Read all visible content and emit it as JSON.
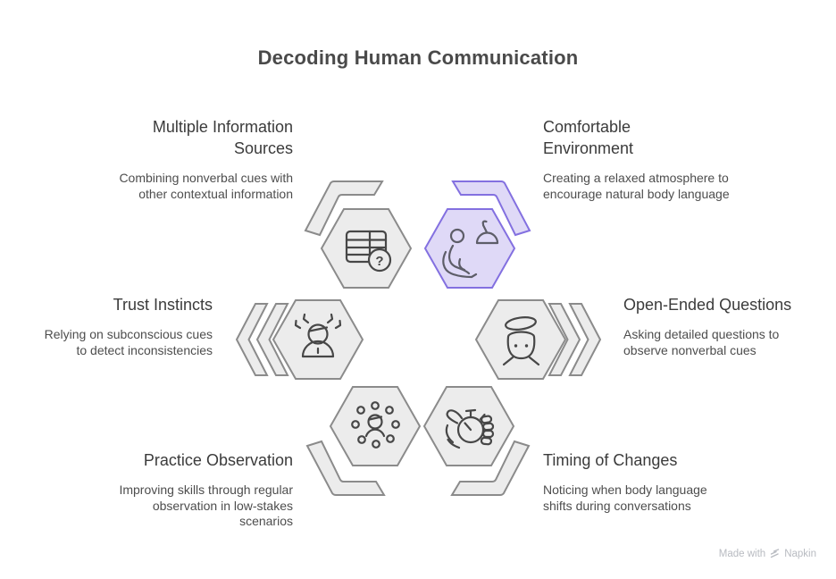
{
  "title": "Decoding Human Communication",
  "items": [
    {
      "id": "multiple-information-sources",
      "heading": "Multiple Information Sources",
      "description": "Combining nonverbal cues with other contextual information",
      "icon": "table-question-icon",
      "accent": false
    },
    {
      "id": "comfortable-environment",
      "heading": "Comfortable Environment",
      "description": "Creating a relaxed atmosphere to encourage natural body language",
      "icon": "lounge-chair-lamp-icon",
      "accent": true
    },
    {
      "id": "trust-instincts",
      "heading": "Trust Instincts",
      "description": "Relying on subconscious cues to detect inconsistencies",
      "icon": "stressed-person-icon",
      "accent": false
    },
    {
      "id": "open-ended-questions",
      "heading": "Open-Ended Questions",
      "description": "Asking detailed questions to observe nonverbal cues",
      "icon": "open-mind-face-icon",
      "accent": false
    },
    {
      "id": "practice-observation",
      "heading": "Practice Observation",
      "description": "Improving skills through regular observation in low-stakes scenarios",
      "icon": "person-in-group-icon",
      "accent": false
    },
    {
      "id": "timing-of-changes",
      "heading": "Timing of Changes",
      "description": "Noticing when body language shifts during conversations",
      "icon": "hand-stopwatch-icon",
      "accent": false
    }
  ],
  "icons": {
    "question_mark": "?"
  },
  "colors": {
    "accent_stroke": "#8370e0",
    "accent_fill": "#dfd9f7",
    "shape_fill": "#ececec",
    "shape_stroke": "#8b8b8b",
    "icon_stroke": "#474747"
  },
  "watermark": {
    "prefix": "Made with",
    "brand": "Napkin"
  }
}
